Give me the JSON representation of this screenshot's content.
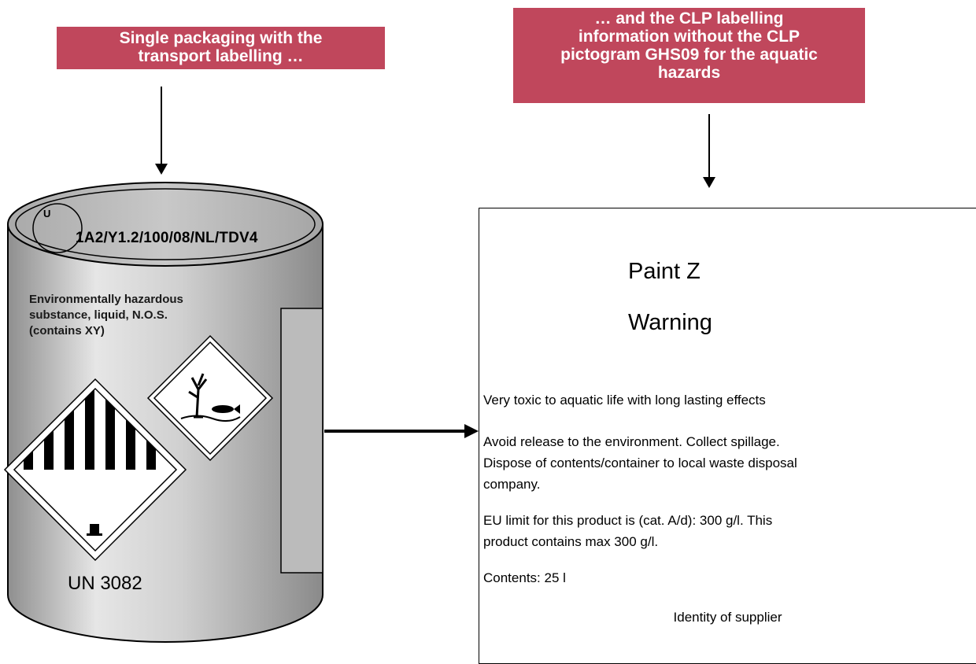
{
  "banners": {
    "left": "Single packaging with the\ntransport labelling …",
    "right": "… and the CLP labelling\ninformation without the CLP\npictogram GHS09 for the aquatic\nhazards"
  },
  "drum": {
    "un_symbol": "U",
    "marking": "1A2/Y1.2/100/08/NL/TDV4",
    "proper_shipping_name": "Environmentally hazardous\nsubstance, liquid, N.O.S.\n(contains XY)",
    "un_number": "UN 3082",
    "labels": [
      "class-9-hazard-label-icon",
      "environmentally-hazardous-mark-icon"
    ]
  },
  "clp_label": {
    "product_name": "Paint Z",
    "signal_word": "Warning",
    "hazard_statement": "Very toxic to aquatic life with long lasting effects",
    "precautionary_statements": "Avoid release to the environment. Collect spillage.\nDispose of contents/container to local waste disposal\ncompany.",
    "limit_text": "EU limit for this product is (cat. A/d): 300 g/l.  This\nproduct contains max 300 g/l.",
    "contents": "Contents: 25 l",
    "supplier": "Identity of supplier"
  },
  "colors": {
    "banner": "#c0475c",
    "drum_body": "#a8a8a8",
    "drum_top": "#b8b8b8"
  }
}
